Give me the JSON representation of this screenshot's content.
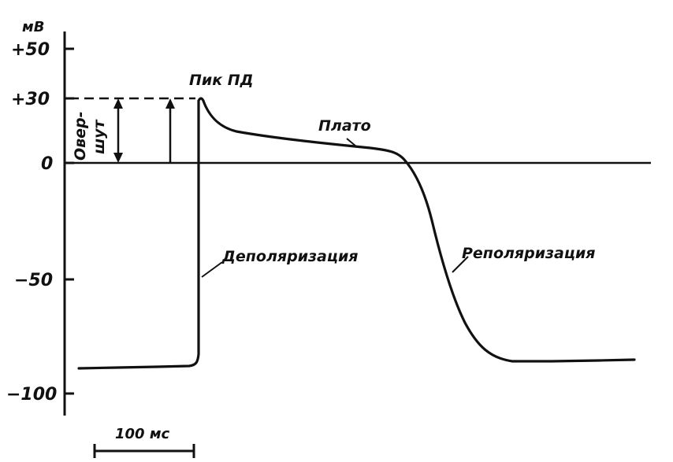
{
  "y_unit": "мВ",
  "y_ticks": [
    "+50",
    "+30",
    "0",
    "−50",
    "−100"
  ],
  "scale_bar_label": "100 мс",
  "annotations": {
    "peak": "Пик ПД",
    "plateau": "Плато",
    "overshoot_line1": "Овер-",
    "overshoot_line2": "шут",
    "depolarization": "Деполяризация",
    "repolarization": "Реполяризация"
  }
}
